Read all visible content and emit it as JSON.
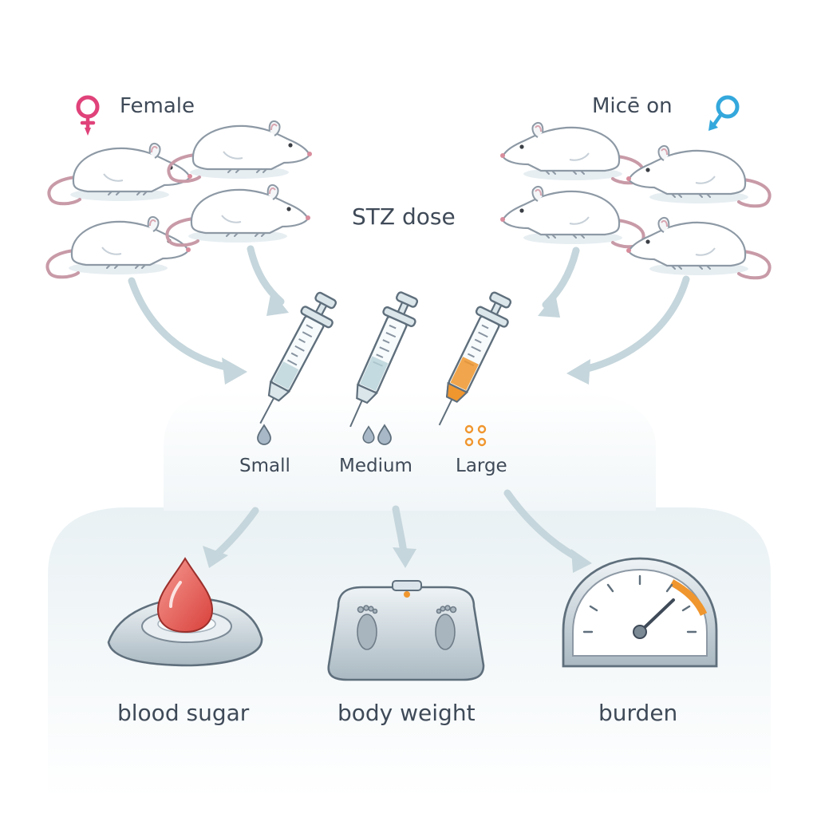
{
  "labels": {
    "female": "Female",
    "mice": "Micē  on",
    "stz_dose": "STZ dose",
    "doses": [
      "Small",
      "Medium",
      "Large"
    ],
    "outcomes": [
      "blood sugar",
      "body weight",
      "burden"
    ]
  },
  "icons": {
    "female_symbol": "female-symbol-icon",
    "male_symbol": "male-symbol-icon",
    "mouse": "mouse-icon",
    "syringe": "syringe-icon",
    "droplet": "droplet-icon",
    "glucose_meter": "glucose-meter-icon",
    "scale": "bathroom-scale-icon",
    "gauge": "gauge-icon"
  },
  "colors": {
    "female_pink": "#e0427a",
    "male_blue": "#34a8dc",
    "blood_red": "#e0564f",
    "large_dose_orange": "#f0962e",
    "arrow": "#c5d6dc",
    "text": "#3f4a58"
  }
}
